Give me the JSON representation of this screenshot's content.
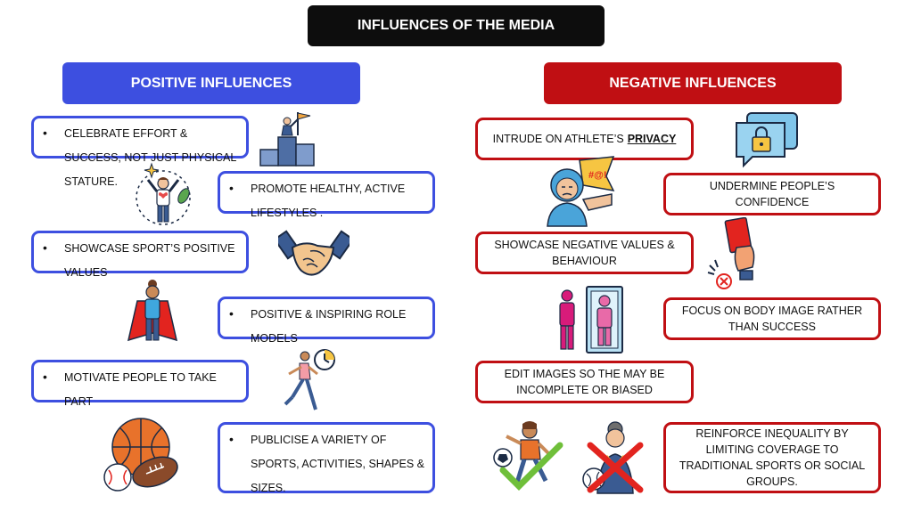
{
  "title": "INFLUENCES OF THE MEDIA",
  "positive": {
    "header": "POSITIVE INFLUENCES",
    "items": [
      "CELEBRATE EFFORT & SUCCESS, NOT JUST PHYSICAL STATURE.",
      "PROMOTE HEALTHY, ACTIVE LIFESTYLES .",
      "SHOWCASE SPORT’S POSITIVE VALUES",
      "POSITIVE & INSPIRING ROLE MODELS",
      "MOTIVATE PEOPLE TO TAKE PART",
      "PUBLICISE A VARIETY OF SPORTS, ACTIVITIES, SHAPES & SIZES."
    ]
  },
  "negative": {
    "header": "NEGATIVE INFLUENCES",
    "items": [
      "INTRUDE ON ATHLETE’S",
      "UNDERMINE PEOPLE’S CONFIDENCE",
      "SHOWCASE NEGATIVE VALUES & BEHAVIOUR",
      "FOCUS ON BODY IMAGE RATHER THAN SUCCESS",
      "EDIT IMAGES SO THE MAY BE INCOMPLETE OR BIASED",
      "REINFORCE INEQUALITY BY LIMITING COVERAGE TO TRADITIONAL SPORTS OR SOCIAL GROUPS."
    ],
    "privacy_word": "PRIVACY"
  },
  "icons": {
    "podium": "podium-flag-icon",
    "happy_person": "happy-person-icon",
    "handshake": "handshake-icon",
    "superhero": "superhero-icon",
    "runner": "runner-clock-icon",
    "balls": "sports-balls-icon",
    "lock_chat": "lock-chat-icon",
    "sad_person": "sad-person-pointing-icon",
    "red_card": "red-card-icon",
    "mirror": "mirror-figure-icon",
    "footballer": "footballer-check-icon",
    "crossed_player": "crossed-player-icon"
  },
  "colors": {
    "positive": "#3d4fe0",
    "negative": "#c00f13",
    "title_bg": "#0d0d0d"
  }
}
